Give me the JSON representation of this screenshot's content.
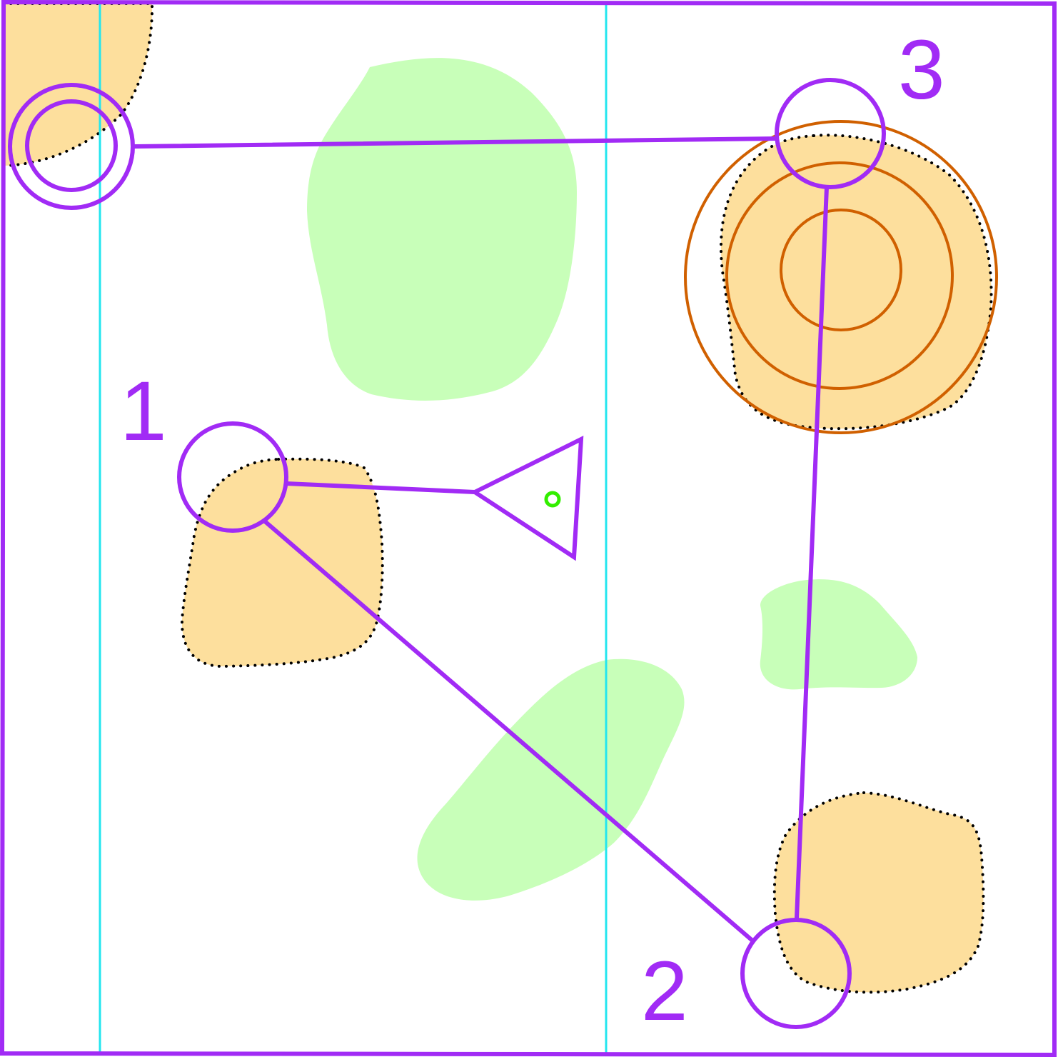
{
  "course": {
    "controls": [
      {
        "label": "1"
      },
      {
        "label": "2"
      },
      {
        "label": "3"
      }
    ]
  },
  "colors": {
    "course_purple": "#a12bf5",
    "vegetation_green": "#c8ffb9",
    "open_land_orange": "#fddf9d",
    "contour_brown": "#d06000",
    "magnetic_north_cyan": "#23e6ef",
    "dotted_outline_black": "#000000",
    "marker_green": "#33ee00"
  },
  "symbols": {
    "start": "start-triangle",
    "finish": "finish-double-circle",
    "control": "control-circle",
    "hill": "hill-contour-rings"
  }
}
